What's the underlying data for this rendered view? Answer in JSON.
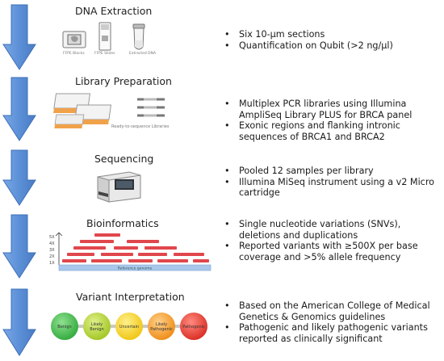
{
  "steps": [
    {
      "title": "DNA Extraction",
      "bullets": [
        "Six 10-µm sections",
        "Quantification on Qubit (>2 ng/µl)"
      ],
      "image_labels": [
        "FFPE Blocks",
        "FFPE Slides",
        "Extracted DNA"
      ]
    },
    {
      "title": "Library Preparation",
      "bullets": [
        "Multiplex PCR libraries using Illumina AmpliSeq Library PLUS for BRCA panel",
        "Exonic regions and flanking intronic sequences of BRCA1 and BRCA2"
      ],
      "image_labels": [
        "Ready-to-sequence Libraries"
      ]
    },
    {
      "title": "Sequencing",
      "bullets": [
        "Pooled 12 samples per library",
        "Illumina MiSeq instrument using a v2 Micro cartridge"
      ]
    },
    {
      "title": "Bioinformatics",
      "bullets": [
        "Single nucleotide variations (SNVs), deletions and duplications",
        "Reported variants with ≥500X per base coverage and >5% allele frequency"
      ],
      "image_labels": [
        "Reference genome",
        "5X",
        "4X",
        "3X",
        "2X",
        "1X"
      ]
    },
    {
      "title": "Variant Interpretation",
      "bullets": [
        "Based on the American College of Medical Genetics & Genomics guidelines",
        "Pathogenic and likely pathogenic variants reported as clinically significant"
      ],
      "image_labels": [
        "Benign",
        "Likely Benign",
        "Uncertain",
        "Likely Pathogenic",
        "Pathogenic"
      ]
    }
  ],
  "colors": {
    "arrow": "#5b8fd6",
    "arrow_edge": "#3d6fb8",
    "read": "#e0474c",
    "reference": "#a9c7ea",
    "class": [
      "#3fbf4a",
      "#b4d62e",
      "#f5d21c",
      "#f59a1c",
      "#e8342b"
    ]
  }
}
